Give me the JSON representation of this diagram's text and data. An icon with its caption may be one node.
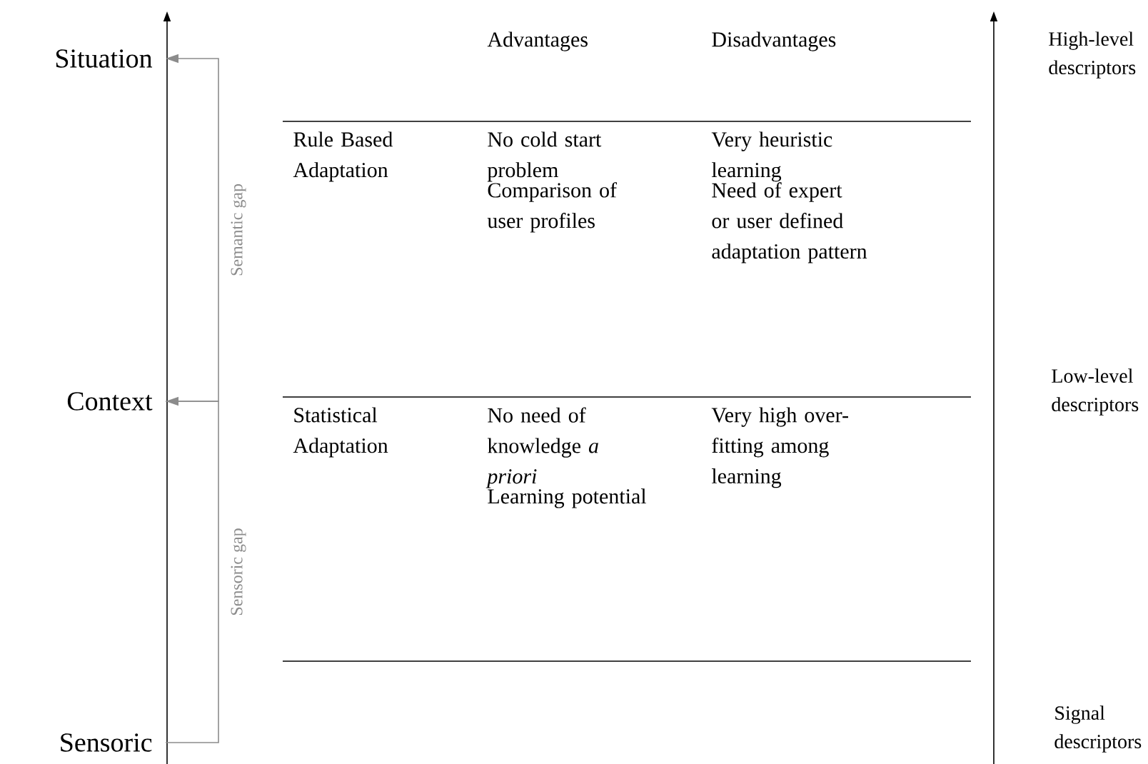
{
  "diagram": {
    "nodes": [
      {
        "text": [
          "Situation"
        ]
      },
      {
        "text": [
          "Context"
        ]
      },
      {
        "text": [
          "Sensoric"
        ]
      }
    ],
    "edges": [
      {
        "from": 2,
        "to": 1,
        "arrow": "to",
        "label": "Sensoric gap",
        "color": "#8c8c8c"
      },
      {
        "from": 1,
        "to": 0,
        "arrow": "to",
        "label": "Semantic gap",
        "color": "#8c8c8c"
      }
    ],
    "labels": [
      "Advantages",
      "Disadvantages",
      "Rule Based Adaptation",
      "No cold start problem",
      "Comparison of user profiles",
      "Very heuristic learning",
      "Need of expert or user defined adaptation pattern",
      "Statistical Adaptation",
      "No need of knowledge *a priori*",
      "Learning potential",
      "Very high over-fitting among learning",
      "High-level descriptors",
      "Low-level descriptors",
      "Signal descriptors"
    ]
  }
}
